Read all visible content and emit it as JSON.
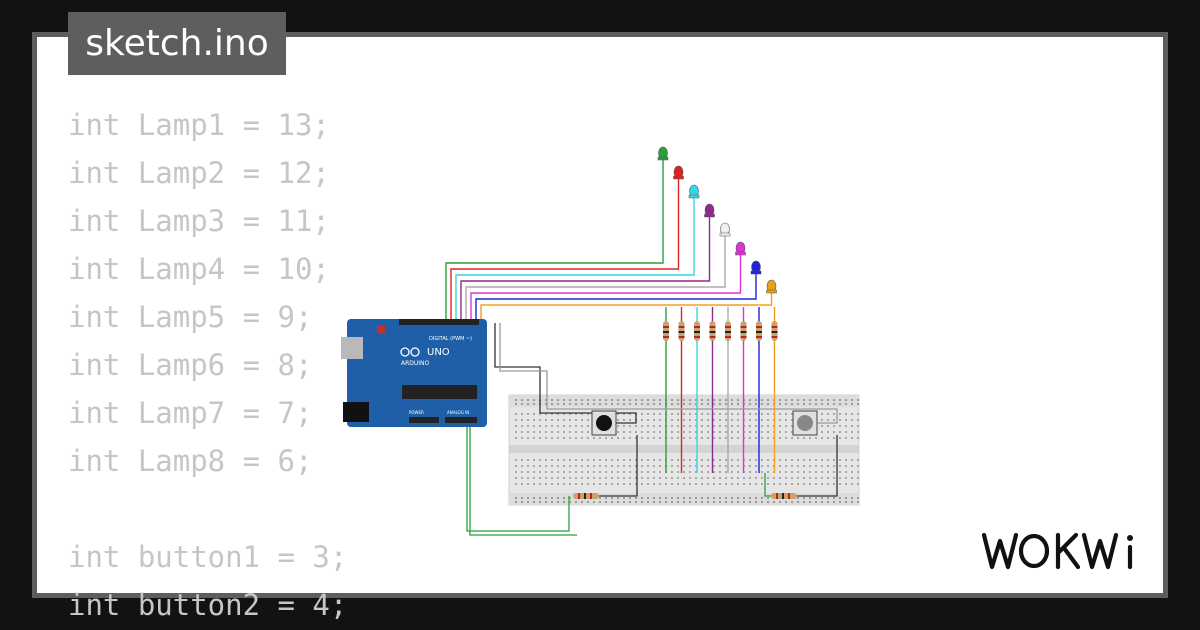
{
  "tab": {
    "title": "sketch.ino"
  },
  "code": {
    "lines": [
      "int Lamp1 = 13;",
      "int Lamp2 = 12;",
      "int Lamp3 = 11;",
      "int Lamp4 = 10;",
      "int Lamp5 = 9;",
      "int Lamp6 = 8;",
      "int Lamp7 = 7;",
      "int Lamp8 = 6;",
      "",
      "int button1 = 3;",
      "int button2 = 4;"
    ]
  },
  "board": {
    "model": "UNO",
    "brand": "ARDUINO",
    "digital_label": "DIGITAL (PWM ~)",
    "power_label": "POWER",
    "analog_label": "ANALOG IN"
  },
  "leds": [
    {
      "color": "#2e9e3a"
    },
    {
      "color": "#e02222"
    },
    {
      "color": "#33d6e6"
    },
    {
      "color": "#8e2a8e"
    },
    {
      "color": "#f0f0f0"
    },
    {
      "color": "#e033d6"
    },
    {
      "color": "#2222dd"
    },
    {
      "color": "#e6a11a"
    }
  ],
  "wire_colors": [
    "#2e9e3a",
    "#e02222",
    "#33d6e6",
    "#8e2a8e",
    "#aaaaaa",
    "#e033d6",
    "#2222dd",
    "#f0a020"
  ],
  "buttons": [
    {
      "cap_color": "#111111"
    },
    {
      "cap_color": "#888888"
    }
  ],
  "logo": {
    "text": "WOKWi"
  },
  "colors": {
    "background": "#121212",
    "frame": "#5e5e5e",
    "code_text": "#c6c6c6",
    "board": "#1f5fa8"
  }
}
